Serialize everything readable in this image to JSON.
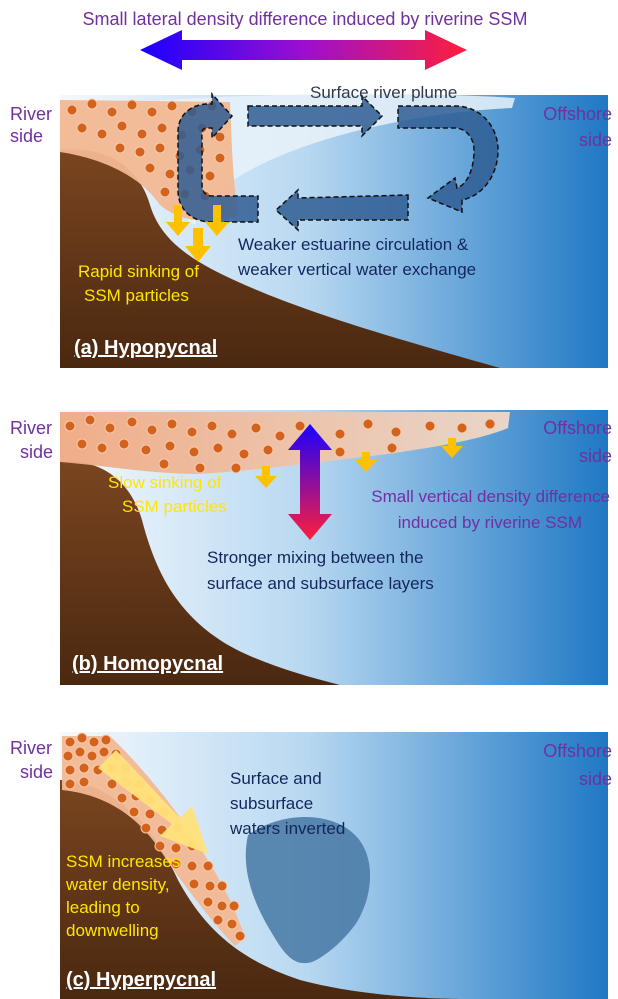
{
  "top_caption": "Small lateral density difference induced by riverine SSM",
  "panels": {
    "a": {
      "title": "(a) Hypopycnal",
      "river_side": [
        "River",
        "side"
      ],
      "offshore_side": [
        "Offshore",
        "side"
      ],
      "plume_label": "Surface river plume",
      "circulation": [
        "Weaker estuarine circulation &",
        "weaker vertical water exchange"
      ],
      "sinking": [
        "Rapid sinking of",
        "SSM particles"
      ]
    },
    "b": {
      "title": "(b) Homopycnal",
      "river_side": [
        "River",
        "side"
      ],
      "offshore_side": [
        "Offshore",
        "side"
      ],
      "sinking": [
        "Slow sinking of",
        "SSM particles"
      ],
      "vertical_density": [
        "Small vertical density difference",
        "induced by riverine SSM"
      ],
      "mixing": [
        "Stronger mixing between the",
        "surface and subsurface layers"
      ]
    },
    "c": {
      "title": "(c) Hyperpycnal",
      "river_side": [
        "River",
        "side"
      ],
      "offshore_side": [
        "Offshore",
        "side"
      ],
      "inverted": [
        "Surface and",
        "subsurface",
        "waters inverted"
      ],
      "downwelling": [
        "SSM  increases",
        "water density,",
        "leading to",
        "downwelling"
      ]
    }
  },
  "colors": {
    "ocean_deep": "#1f78c4",
    "ocean_light": "#e8f2fb",
    "seabed": "#6b3b1a",
    "plume": "#f2b894",
    "particle": "#d2621c",
    "arrow_yellow": "#ffc000",
    "circulation_arrow": "#2f5d93",
    "gradient_blue": "#1a00ff",
    "gradient_red": "#ff1e3c"
  }
}
